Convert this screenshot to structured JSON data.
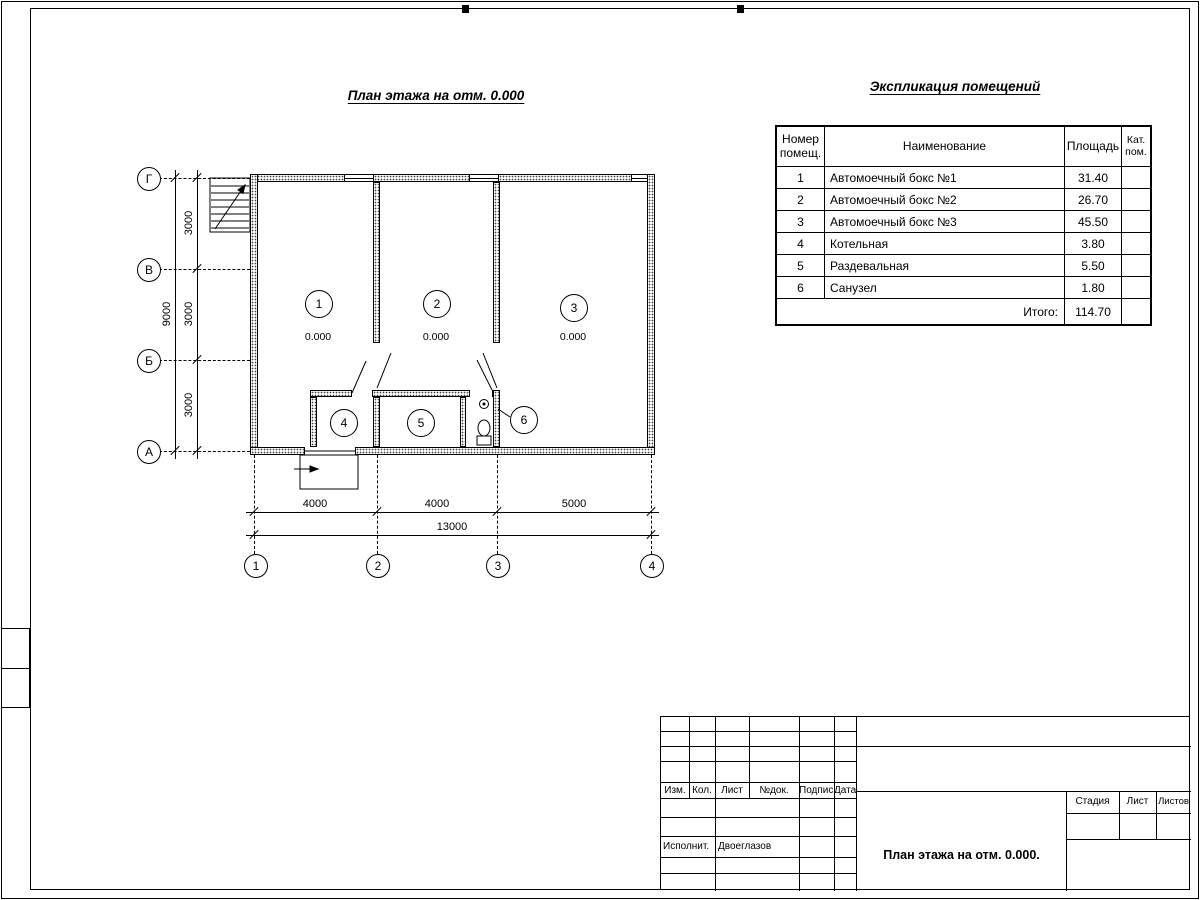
{
  "titles": {
    "plan": "План этажа на отм. 0.000",
    "explication": "Экспликация помещений"
  },
  "table": {
    "headers": {
      "num1": "Номер",
      "num2": "помещ.",
      "name": "Наименование",
      "area": "Площадь",
      "kat1": "Кат.",
      "kat2": "пом."
    },
    "rows": [
      {
        "num": "1",
        "name": "Автомоечный бокс №1",
        "area": "31.40"
      },
      {
        "num": "2",
        "name": "Автомоечный бокс №2",
        "area": "26.70"
      },
      {
        "num": "3",
        "name": "Автомоечный бокс №3",
        "area": "45.50"
      },
      {
        "num": "4",
        "name": "Котельная",
        "area": "3.80"
      },
      {
        "num": "5",
        "name": "Раздевальная",
        "area": "5.50"
      },
      {
        "num": "6",
        "name": "Санузел",
        "area": "1.80"
      }
    ],
    "total_label": "Итого:",
    "total_value": "114.70"
  },
  "plan": {
    "row_axes": [
      "Г",
      "В",
      "Б",
      "А"
    ],
    "col_axes": [
      "1",
      "2",
      "3",
      "4"
    ],
    "dims_left": [
      "3000",
      "3000",
      "3000"
    ],
    "dim_left_total": "9000",
    "dims_bottom": [
      "4000",
      "4000",
      "5000"
    ],
    "dim_bottom_total": "13000",
    "rooms": [
      {
        "n": "1",
        "elev": "0.000"
      },
      {
        "n": "2",
        "elev": "0.000"
      },
      {
        "n": "3",
        "elev": "0.000"
      },
      {
        "n": "4"
      },
      {
        "n": "5"
      },
      {
        "n": "6"
      }
    ]
  },
  "titleblock": {
    "cols": [
      "Изм.",
      "Кол.",
      "Лист",
      "№док.",
      "Подпись",
      "Дата"
    ],
    "executor_label": "Исполнит.",
    "executor_name": "Двоеглазов",
    "doc_title": "План этажа на отм. 0.000.",
    "stage": "Стадия",
    "sheet": "Лист",
    "sheets": "Листов"
  }
}
